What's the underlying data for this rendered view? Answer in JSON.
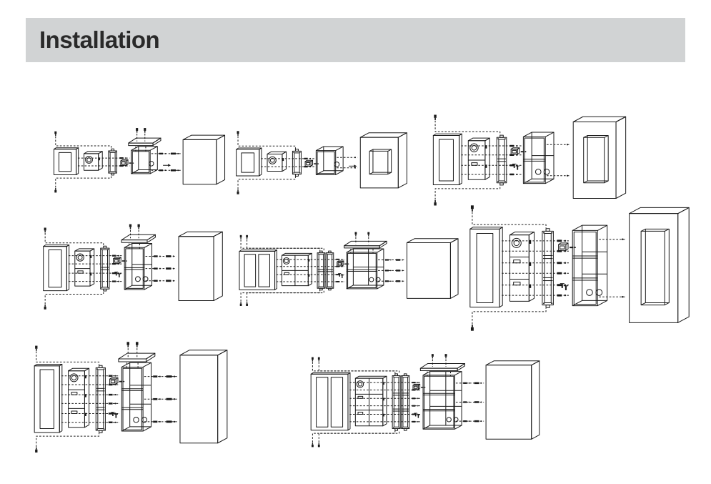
{
  "page": {
    "title": "Installation"
  },
  "colors": {
    "page_bg": "#ffffff",
    "header_bg": "#d1d3d4",
    "title_text": "#2a2a2a",
    "line": "#1a1a1a"
  },
  "diagrams": [
    {
      "id": "one-module-surface",
      "modules": 1,
      "columns": 1,
      "mount": "surface",
      "wall": "solid-block",
      "rain_shield": true,
      "arrow": true
    },
    {
      "id": "one-module-flush",
      "modules": 1,
      "columns": 1,
      "mount": "flush",
      "wall": "cutout",
      "rain_shield": false,
      "arrow": true
    },
    {
      "id": "two-module-flush",
      "modules": 2,
      "columns": 1,
      "mount": "flush",
      "wall": "cutout",
      "rain_shield": false,
      "arrow": false
    },
    {
      "id": "two-module-surface",
      "modules": 2,
      "columns": 1,
      "mount": "surface",
      "wall": "solid-block",
      "rain_shield": true,
      "arrow": false
    },
    {
      "id": "four-module-surface",
      "modules": 2,
      "columns": 2,
      "mount": "surface",
      "wall": "solid-block",
      "rain_shield": true,
      "arrow": false
    },
    {
      "id": "three-module-flush",
      "modules": 3,
      "columns": 1,
      "mount": "flush",
      "wall": "cutout",
      "rain_shield": false,
      "arrow": false
    },
    {
      "id": "three-module-surface",
      "modules": 3,
      "columns": 1,
      "mount": "surface",
      "wall": "solid-block",
      "rain_shield": true,
      "arrow": false
    },
    {
      "id": "six-module-surface",
      "modules": 3,
      "columns": 2,
      "mount": "surface",
      "wall": "solid-block",
      "rain_shield": true,
      "arrow": false
    }
  ]
}
